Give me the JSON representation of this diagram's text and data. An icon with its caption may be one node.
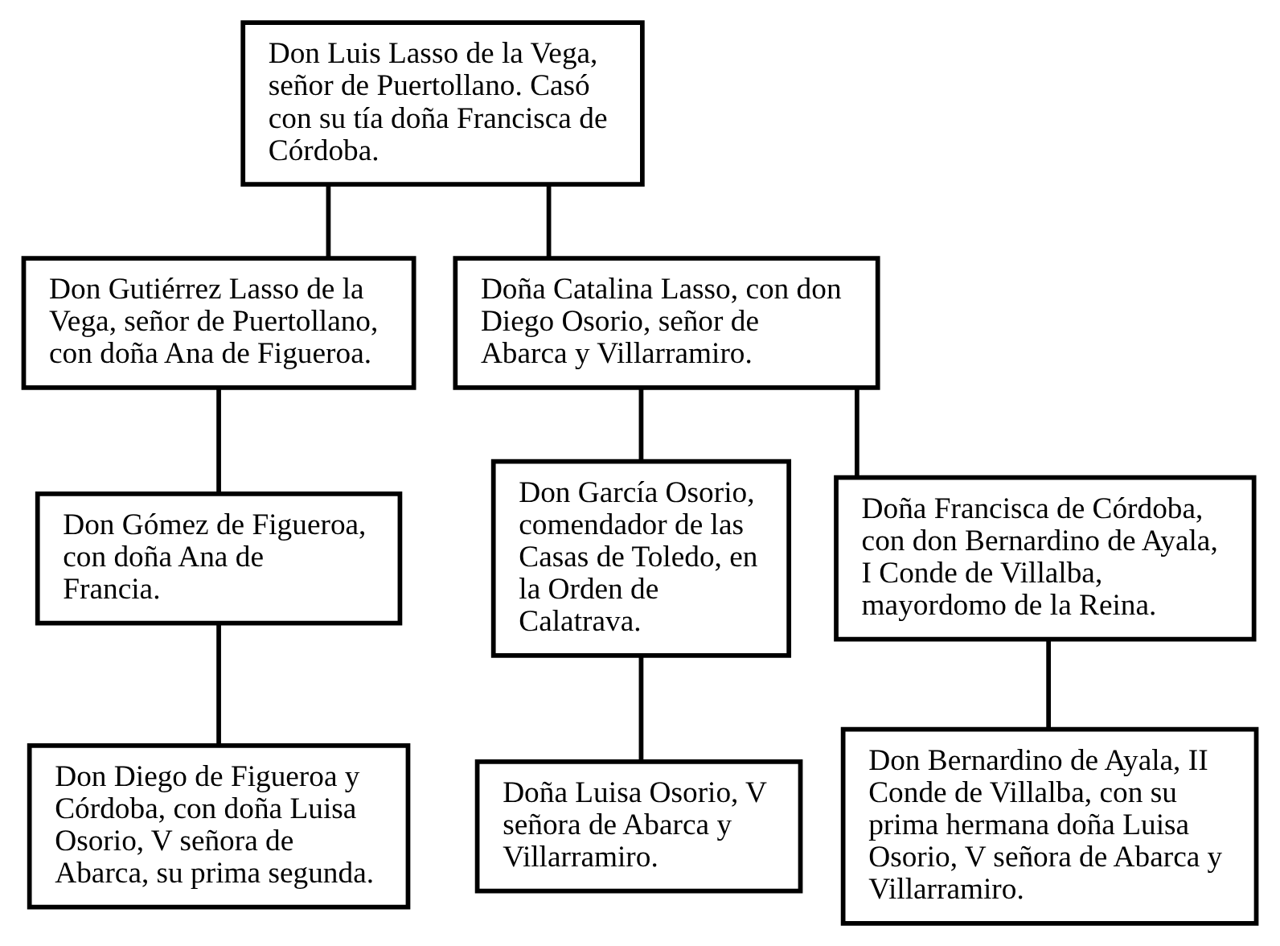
{
  "diagram": {
    "nodes": [
      {
        "text": [
          "Don Luis Lasso de la Vega, señor de Puertollano. Casó con su tía doña Francisca de Córdoba."
        ]
      },
      {
        "text": [
          "Don Gutiérrez Lasso de la Vega, señor de Puertollano, con doña Ana de Figueroa."
        ]
      },
      {
        "text": [
          "Doña Catalina Lasso, con don Diego Osorio, señor de Abarca y Villarramiro."
        ]
      },
      {
        "text": [
          "Don Gómez de Figueroa, con doña Ana de Francia."
        ]
      },
      {
        "text": [
          "Don García Osorio, comendador de las Casas de Toledo, en la Orden de Calatrava."
        ]
      },
      {
        "text": [
          "Doña Francisca de Córdoba, con don Bernardino de Ayala, I Conde de Villalba, mayordomo de la Reina."
        ]
      },
      {
        "text": [
          "Don Diego de Figueroa y Córdoba, con doña Luisa Osorio, V señora de Abarca, su prima segunda."
        ]
      },
      {
        "text": [
          "Doña Luisa Osorio, V señora de Abarca y Villarramiro."
        ]
      },
      {
        "text": [
          "Don Bernardino de Ayala, II Conde de Villalba, con su prima hermana doña Luisa Osorio, V señora de Abarca y Villarramiro."
        ]
      }
    ],
    "edges": [
      {
        "from": 0,
        "to": 1,
        "arrow": "none"
      },
      {
        "from": 0,
        "to": 2,
        "arrow": "none"
      },
      {
        "from": 1,
        "to": 3,
        "arrow": "none"
      },
      {
        "from": 2,
        "to": 4,
        "arrow": "none"
      },
      {
        "from": 2,
        "to": 5,
        "arrow": "none"
      },
      {
        "from": 3,
        "to": 6,
        "arrow": "none"
      },
      {
        "from": 4,
        "to": 7,
        "arrow": "none"
      },
      {
        "from": 5,
        "to": 8,
        "arrow": "none"
      }
    ]
  }
}
